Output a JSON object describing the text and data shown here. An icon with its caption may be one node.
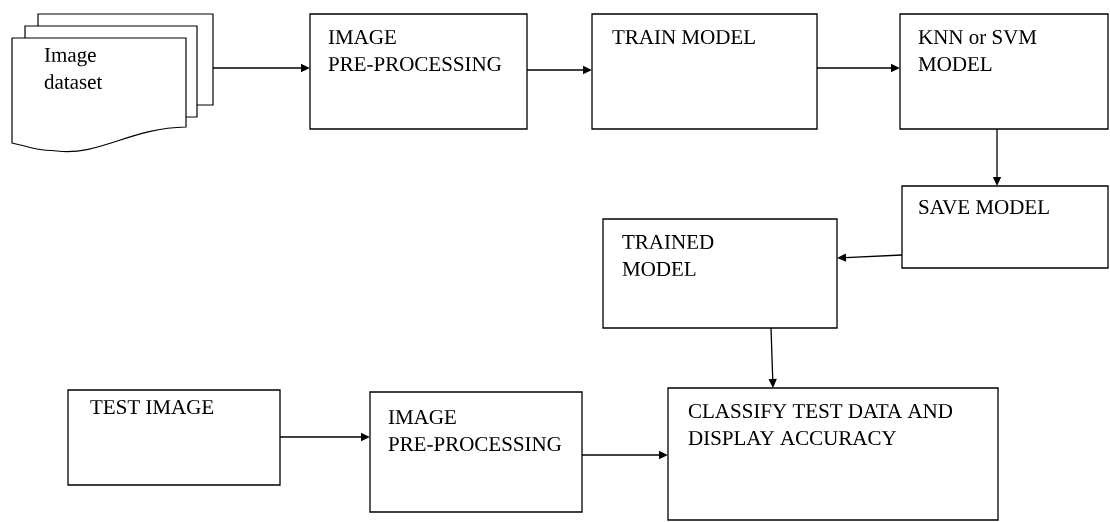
{
  "diagram": {
    "nodes": [
      {
        "text": [
          "Image dataset"
        ]
      },
      {
        "text": [
          "IMAGE PRE-PROCESSING"
        ]
      },
      {
        "text": [
          "TRAIN MODEL"
        ]
      },
      {
        "text": [
          "KNN or SVM MODEL"
        ]
      },
      {
        "text": [
          "SAVE MODEL"
        ]
      },
      {
        "text": [
          "TRAINED MODEL"
        ]
      },
      {
        "text": [
          "TEST IMAGE"
        ]
      },
      {
        "text": [
          "IMAGE PRE-PROCESSING"
        ]
      },
      {
        "text": [
          "CLASSIFY TEST DATA AND DISPLAY ACCURACY"
        ]
      }
    ],
    "edges": [
      {
        "from": 0,
        "to": 1,
        "arrow": "to"
      },
      {
        "from": 1,
        "to": 2,
        "arrow": "to"
      },
      {
        "from": 2,
        "to": 3,
        "arrow": "to"
      },
      {
        "from": 3,
        "to": 4,
        "arrow": "to"
      },
      {
        "from": 4,
        "to": 5,
        "arrow": "to"
      },
      {
        "from": 5,
        "to": 8,
        "arrow": "to"
      },
      {
        "from": 6,
        "to": 7,
        "arrow": "to"
      },
      {
        "from": 7,
        "to": 8,
        "arrow": "to"
      }
    ]
  }
}
